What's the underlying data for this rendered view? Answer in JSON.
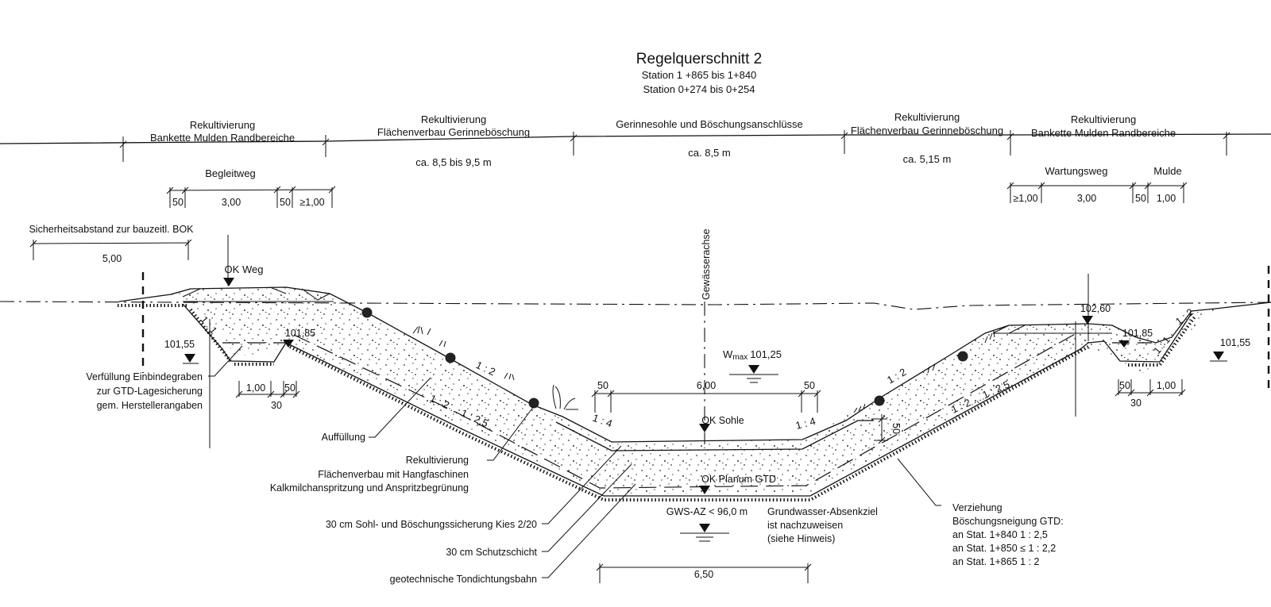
{
  "title": "Regelquerschnitt 2",
  "stations": [
    "Station 1 +865 bis 1+840",
    "Station 0+274 bis 0+254"
  ],
  "zones": [
    {
      "line1": "Rekultivierung",
      "line2": "Bankette Mulden Randbereiche",
      "width": ""
    },
    {
      "line1": "Rekultivierung",
      "line2": "Flächenverbau Gerinneböschung",
      "width": "ca. 8,5 bis 9,5 m"
    },
    {
      "line1": "",
      "line2": "Gerinnesohle und Böschungsanschlüsse",
      "width": "ca. 8,5 m"
    },
    {
      "line1": "Rekultivierung",
      "line2": "Flächenverbau Gerinneböschung",
      "width": "ca. 5,15 m"
    },
    {
      "line1": "Rekultivierung",
      "line2": "Bankette Mulden Randbereiche",
      "width": ""
    }
  ],
  "left_path": {
    "label": "Begleitweg",
    "dims": [
      "50",
      "3,00",
      "50",
      "≥1,00"
    ]
  },
  "right_path": {
    "label_way": "Wartungsweg",
    "label_ditch": "Mulde",
    "dims": [
      "≥1,00",
      "3,00",
      "50",
      "1,00"
    ]
  },
  "safety": {
    "label": "Sicherheitsabstand zur bauzeitl. BOK",
    "dim": "5,00"
  },
  "axis_label": "Gewässerachse",
  "levels": {
    "ok_weg": "OK Weg",
    "left_outer": "101,55",
    "left_ditch": "101,85",
    "right_top": "102,60",
    "right_ditch": "101,85",
    "right_outer": "101,55",
    "wmax_prefix": "W",
    "wmax_sub": "max",
    "wmax_value": "101,25",
    "ok_sohle": "OK Sohle",
    "ok_planum": "OK Planum GTD",
    "gws": "GWS-AZ < 96,0 m"
  },
  "left_ditch_dims": [
    "1,00",
    "50",
    "30"
  ],
  "right_ditch_dims": [
    "50",
    "1,00",
    "30"
  ],
  "bottom_dims": {
    "bank_left": "50",
    "bed": "6,00",
    "bank_right": "50",
    "base": "6,50",
    "right_step": "50"
  },
  "slopes": {
    "left_surface": "1 : 2",
    "left_gtd": "1 : 2 ... 1 : 2,5",
    "left_toe": "1 : 4",
    "right_toe": "1 : 4",
    "right_surface": "1 : 2",
    "right_gtd": "1 : 2 ... 1 : 2,5",
    "right_ditch_outer": "1 : 2",
    "right_ditch_inner": "1 : 1",
    "left_ditch_inner": "1 : 1"
  },
  "annotations": {
    "verfuellung": [
      "Verfüllung Einbindegraben",
      "zur GTD-Lagesicherung",
      "gem. Herstellerangaben"
    ],
    "auffuellung": "Auffüllung",
    "rekultivierung": [
      "Rekultivierung",
      "Flächenverbau mit Hangfaschinen",
      "Kalkmilchanspritzung und Anspritzbegrünung"
    ],
    "kies": "30 cm Sohl- und Böschungssicherung Kies 2/20",
    "schutz": "30 cm Schutzschicht",
    "gtd": "geotechnische Tondichtungsbahn",
    "grundwasser": [
      "Grundwasser-Absenkziel",
      "ist nachzuweisen",
      "(siehe Hinweis)"
    ],
    "verziehung": [
      "Verziehung",
      "Böschungsneigung GTD:",
      "an Stat. 1+840  1 : 2,5",
      "an Stat. 1+850  ≤ 1 : 2,2",
      "an Stat. 1+865  1 : 2"
    ]
  }
}
